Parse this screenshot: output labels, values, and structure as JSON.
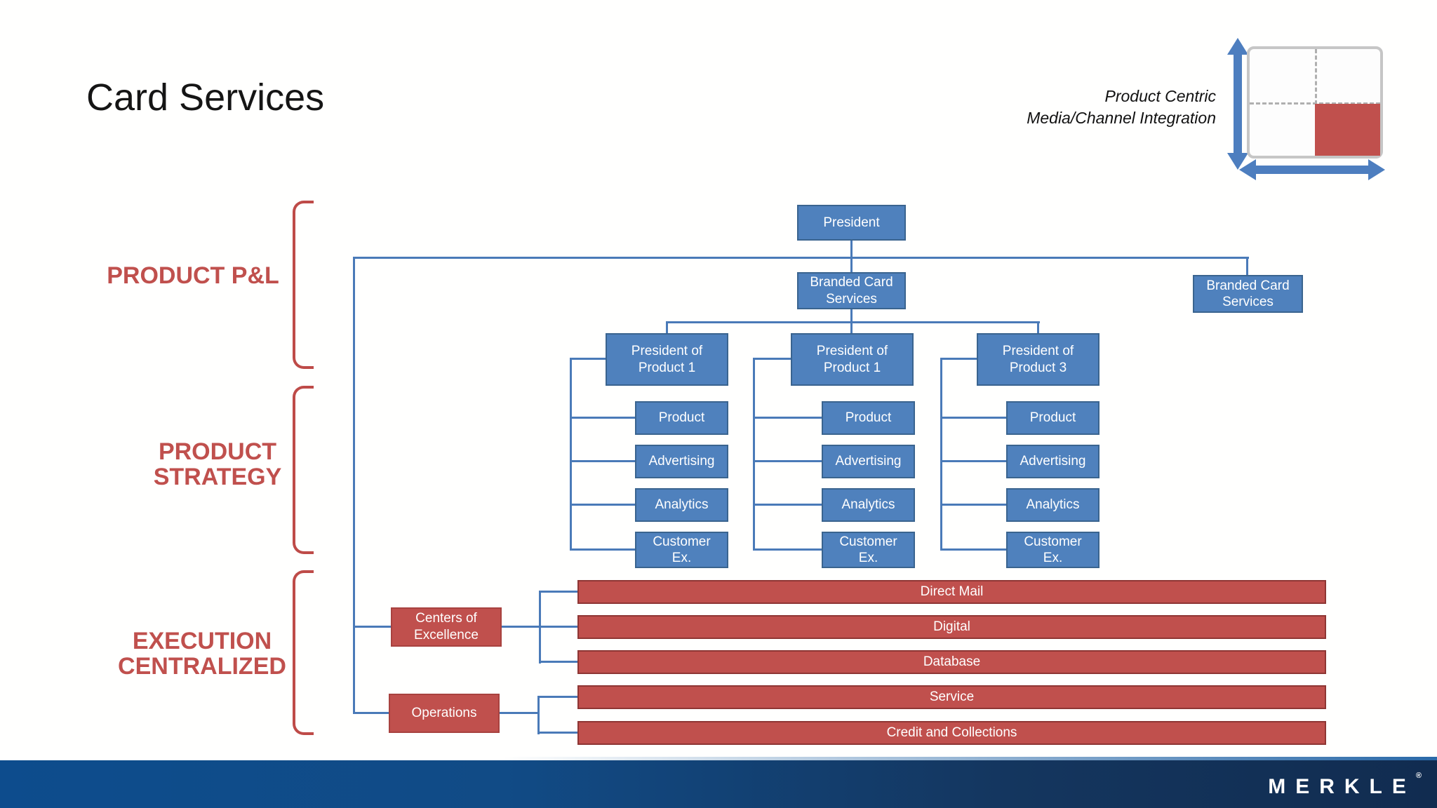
{
  "slide": {
    "title": "Card Services",
    "footer": {
      "logo_text": "MERKLE",
      "logo_mark": "®"
    }
  },
  "quadrant_legend": {
    "caption_line1": "Product Centric",
    "caption_line2": "Media/Channel Integration",
    "highlighted_quadrant": "bottom-right",
    "arrow_icons": [
      "axis-arrow-vertical-icon",
      "axis-arrow-horizontal-icon"
    ]
  },
  "sections": [
    {
      "label": "PRODUCT P&L"
    },
    {
      "label": "PRODUCT STRATEGY"
    },
    {
      "label": "EXECUTION CENTRALIZED"
    }
  ],
  "org": {
    "president": "President",
    "branded_card_services": "Branded Card Services",
    "branded_card_services_right": "Branded Card Services",
    "product_groups": [
      {
        "head": "President of Product 1",
        "children": [
          "Product",
          "Advertising",
          "Analytics",
          "Customer Ex."
        ]
      },
      {
        "head": "President of Product 1",
        "children": [
          "Product",
          "Advertising",
          "Analytics",
          "Customer Ex."
        ]
      },
      {
        "head": "President of Product 3",
        "children": [
          "Product",
          "Advertising",
          "Analytics",
          "Customer Ex."
        ]
      }
    ],
    "execution": {
      "centers_of_excellence": "Centers of Excellence",
      "coe_channels": [
        "Direct Mail",
        "Digital",
        "Database"
      ],
      "operations": "Operations",
      "ops_channels": [
        "Service",
        "Credit and Collections"
      ]
    }
  },
  "colors": {
    "box_blue": "#4f81bd",
    "box_blue_border": "#3a648f",
    "accent_red": "#c0504d",
    "red_bar_border": "#8e3634",
    "connector_blue": "#4a7ab8",
    "bracket_red": "#be4b48",
    "footer_navy_left": "#0d4c8d",
    "footer_navy_right": "#112c50",
    "quadrant_border_gray": "#c6c6c6"
  }
}
